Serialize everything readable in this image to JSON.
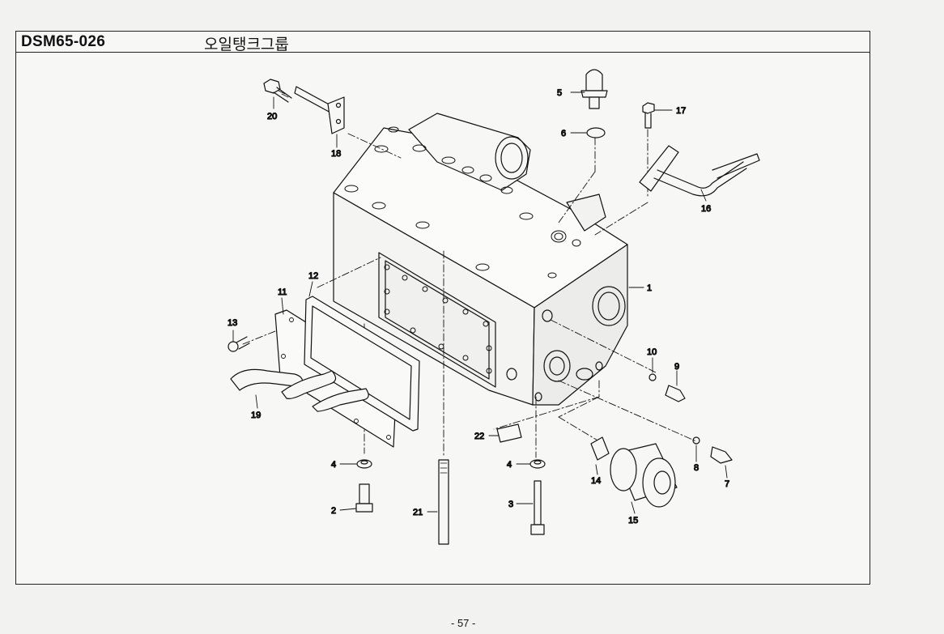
{
  "header": {
    "code": "DSM65-026",
    "title": "오일탱크그룹"
  },
  "callouts": {
    "p1": "1",
    "p2": "2",
    "p3": "3",
    "p4a": "4",
    "p4b": "4",
    "p5": "5",
    "p6": "6",
    "p7": "7",
    "p8": "8",
    "p9": "9",
    "p10": "10",
    "p11": "11",
    "p12": "12",
    "p13": "13",
    "p14": "14",
    "p15": "15",
    "p16": "16",
    "p17": "17",
    "p18": "18",
    "p19": "19",
    "p20": "20",
    "p21": "21",
    "p22": "22"
  },
  "footer": {
    "page": "- 57 -"
  }
}
